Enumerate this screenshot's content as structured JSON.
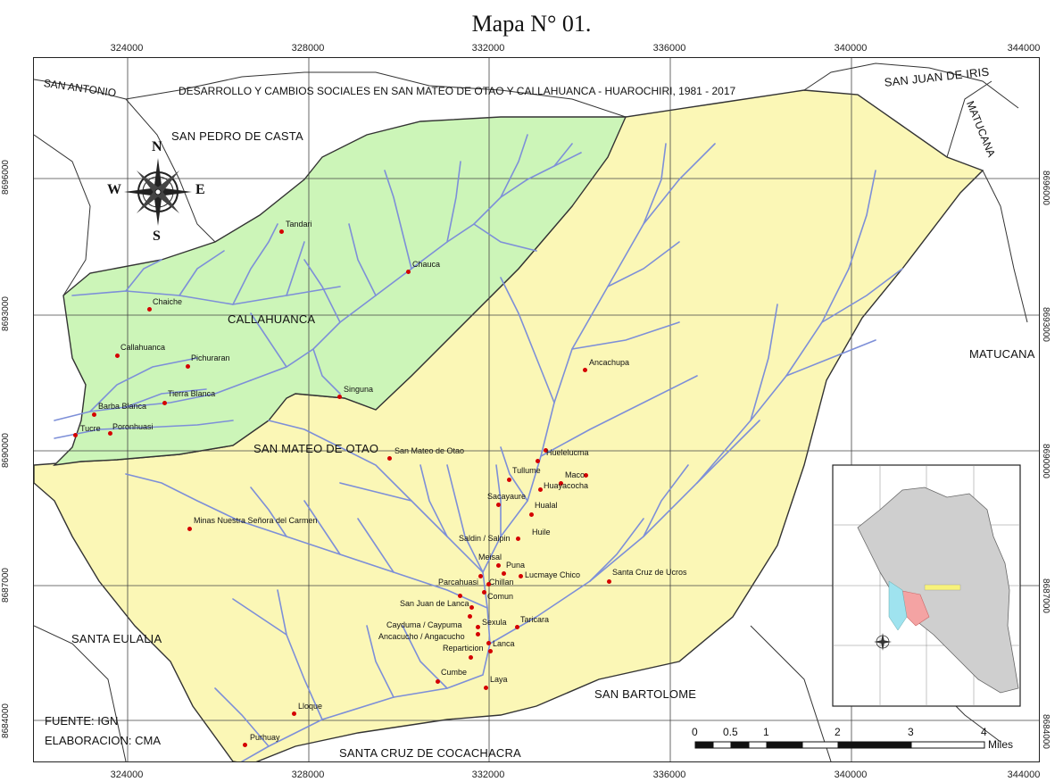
{
  "map_title": "Mapa N° 01.",
  "map_subtitle": "DESARROLLO Y CAMBIOS SOCIALES EN SAN MATEO DE OTAO Y CALLAHUANCA - HUAROCHIRI, 1981 - 2017",
  "grid": {
    "x_labels": [
      "324000",
      "328000",
      "332000",
      "336000",
      "340000",
      "344000"
    ],
    "y_labels": [
      "8696000",
      "8693000",
      "8690000",
      "8687000",
      "8684000"
    ],
    "label_suffix": "000000"
  },
  "compass": {
    "n": "N",
    "s": "S",
    "e": "E",
    "w": "W"
  },
  "regions": {
    "san_antonio": "SAN ANTONIO",
    "san_pedro_de_casta": "SAN PEDRO DE CASTA",
    "san_juan_de_iris": "SAN JUAN DE IRIS",
    "matucana_ne": "MATUCANA",
    "matucana_e": "MATUCANA",
    "callahuanca": "CALLAHUANCA",
    "san_mateo_de_otao": "SAN MATEO DE OTAO",
    "santa_eulalia": "SANTA EULALIA",
    "san_bartolome": "SAN BARTOLOME",
    "santa_cruz_de_cocachacra": "SANTA CRUZ DE COCACHACRA"
  },
  "towns": {
    "tandari": "Tandari",
    "chauca": "Chauca",
    "chaiche": "Chaiche",
    "callahuanca_town": "Callahuanca",
    "pichuraran": "Pichuraran",
    "tierra_blanca": "Tierra Blanca",
    "barba_blanca": "Barba Blanca",
    "tucre": "Tucre",
    "poronhuasi": "Poronhuasi",
    "singuna": "Singuna",
    "ancachupa": "Ancachupa",
    "san_mateo_town": "San Mateo de Otao",
    "huelelucma": "Huelelucma",
    "tullume": "Tullume",
    "maco": "Maco",
    "huayacocha": "Huayacocha",
    "sacayaure": "Sacayaure",
    "hualal": "Hualal",
    "minas": "Minas Nuestra Señora del Carmen",
    "huile": "Huile",
    "saldin": "Saldin / Salpin",
    "meisal": "Meisal",
    "puna": "Puna",
    "lucmaye": "Lucmaye Chico",
    "santa_cruz_ucros": "Santa Cruz de Ucros",
    "parcahuasi": "Parcahuasi",
    "chillan": "Chillan",
    "comun": "Comun",
    "san_juan_lanca": "San Juan de Lanca",
    "cayduma": "Cayduma / Caypuma",
    "sexula": "Sexula",
    "taricara": "Taricara",
    "ancacucho": "Ancacucho / Angacucho",
    "lanca": "Lanca",
    "reparticion": "Reparticion",
    "cumbe": "Cumbe",
    "laya": "Laya",
    "lloque": "Lloque",
    "purhuay": "Purhuay"
  },
  "source": "FUENTE: IGN",
  "author": "ELABORACION: CMA",
  "scale": {
    "ticks": [
      "0",
      "0.5",
      "1",
      "2",
      "3",
      "4"
    ],
    "unit": "Miles"
  },
  "colors": {
    "callahuanca_fill": "#ccf5b8",
    "san_mateo_fill": "#fbf7b6",
    "river": "#7d8fd8",
    "town_marker": "#d40000",
    "peru_land": "#cfcfcf",
    "study_area": "#f4a3a3"
  }
}
